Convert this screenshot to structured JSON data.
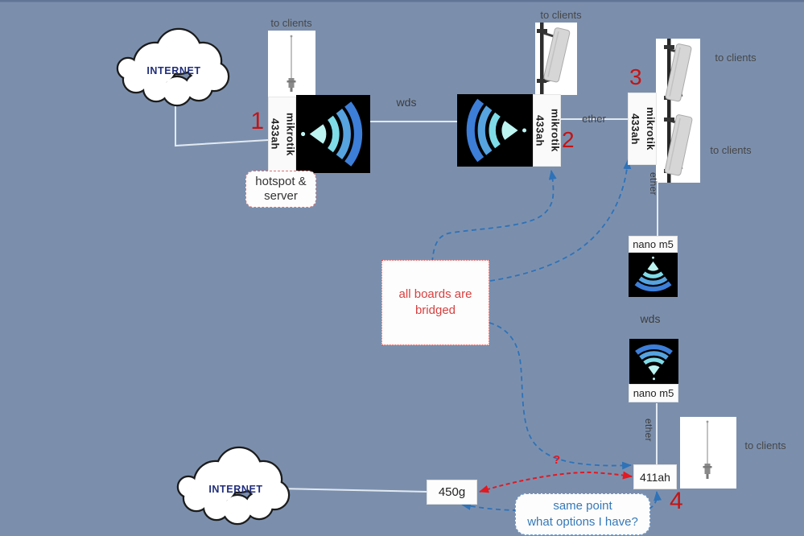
{
  "diagram": {
    "background": "#7b8fad",
    "clouds": {
      "top_label": "INTERNET",
      "bottom_label": "INTERNET"
    },
    "nodes": {
      "node1": {
        "number": "1",
        "label": "mikrotik\n433ah",
        "note": "hotspot &\nserver",
        "antenna_label": "to clients",
        "icon": "wifi-beam-right"
      },
      "node2": {
        "number": "2",
        "label": "mikrotik\n433ah",
        "antenna_label": "to clients",
        "icon": "wifi-beam-left"
      },
      "node3": {
        "number": "3",
        "label": "mikrotik\n433ah",
        "antenna_label_top": "to clients",
        "antenna_label_bottom": "to clients"
      },
      "nano_top": {
        "label": "nano m5",
        "icon": "wifi-beam-down"
      },
      "nano_bottom": {
        "label": "nano m5",
        "icon": "wifi-beam-up"
      },
      "node4": {
        "number": "4",
        "label": "411ah",
        "antenna_label": "to clients"
      },
      "router450": {
        "label": "450g"
      }
    },
    "links": {
      "wds_top": "wds",
      "ether_top": "ether",
      "ether_mid": "ether",
      "wds_mid": "wds",
      "ether_bottom": "ether"
    },
    "annotations": {
      "bridged": "all boards are\nbridged",
      "same_point": "same point\nwhat options I have?",
      "question": "?"
    },
    "colors": {
      "number_red": "#c41414",
      "note_red": "#d84040",
      "note_blue": "#3579b8",
      "arrow_blue": "#2e72b8",
      "arrow_red": "#e41820",
      "line": "#e8eef6",
      "cloud_text": "#202e7c"
    }
  }
}
